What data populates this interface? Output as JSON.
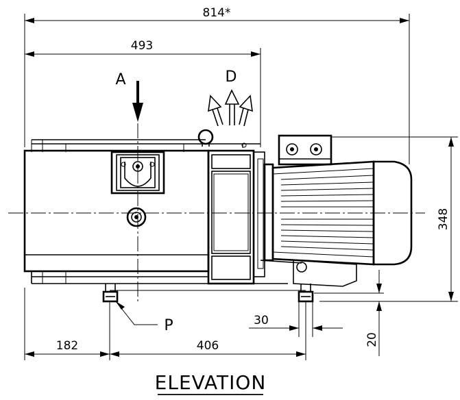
{
  "title": "ELEVATION",
  "dimensions": {
    "overall_length": "814*",
    "flange_length": "493",
    "height": "348",
    "left_offset": "182",
    "foot_spacing": "406",
    "foot_width": "30",
    "foot_height": "20"
  },
  "labels": {
    "inlet": "A",
    "exhaust": "D",
    "port": "P"
  }
}
